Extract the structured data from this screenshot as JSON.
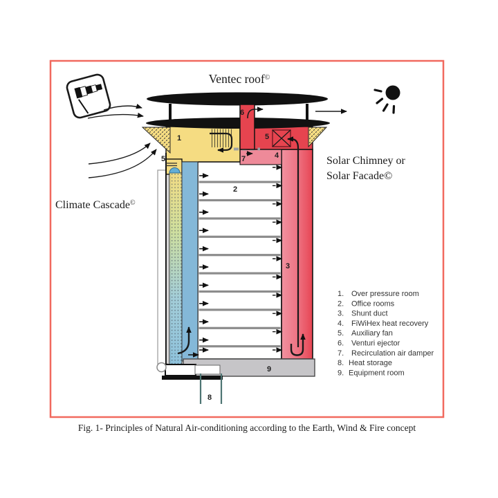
{
  "figure": {
    "caption": "Fig. 1- Principles of Natural Air-conditioning according to the Earth, Wind & Fire concept"
  },
  "diagram": {
    "roof_label": "Ventec roof",
    "roof_label_sup": "©",
    "solar_label_line1": "Solar Chimney or",
    "solar_label_line2": "Solar Facade©",
    "cascade_label": "Climate Cascade",
    "cascade_label_sup": "©",
    "part_numbers": {
      "over_pressure_room": "1",
      "office_rooms": "2",
      "shunt_duct": "3",
      "fiwihex_heat_recovery": "4",
      "auxiliary_fan_left": "5",
      "auxiliary_fan_right": "5",
      "venturi_ejector": "6",
      "recirculation_air_damper": "7",
      "heat_storage": "8",
      "equipment_room": "9"
    },
    "colors": {
      "frame_border": "#f1695e",
      "roof": "#111111",
      "over_pressure_yellow": "#f5dc82",
      "chimney_red": "#e6444f",
      "fiwihex_pink": "#ee8a99",
      "supply_air_blue": "#84b8d8",
      "equipment_gray": "#c6c5c8",
      "cascade_gradient_top": "#f2dc84",
      "cascade_gradient_bottom": "#8ec2dc",
      "heat_pipe_teal": "#4e7573"
    }
  },
  "legend": {
    "items": [
      {
        "num": "1.",
        "label": "Over pressure room"
      },
      {
        "num": "2.",
        "label": "Office rooms"
      },
      {
        "num": "3.",
        "label": "Shunt duct"
      },
      {
        "num": "4.",
        "label": "FiWiHex heat recovery"
      },
      {
        "num": "5.",
        "label": "Auxiliary fan"
      },
      {
        "num": "6.",
        "label": "Venturi ejector"
      },
      {
        "num": "7.",
        "label": "Recirculation air damper"
      },
      {
        "num": "8.",
        "label": "Heat storage"
      },
      {
        "num": "9.",
        "label": "Equipment room"
      }
    ]
  }
}
